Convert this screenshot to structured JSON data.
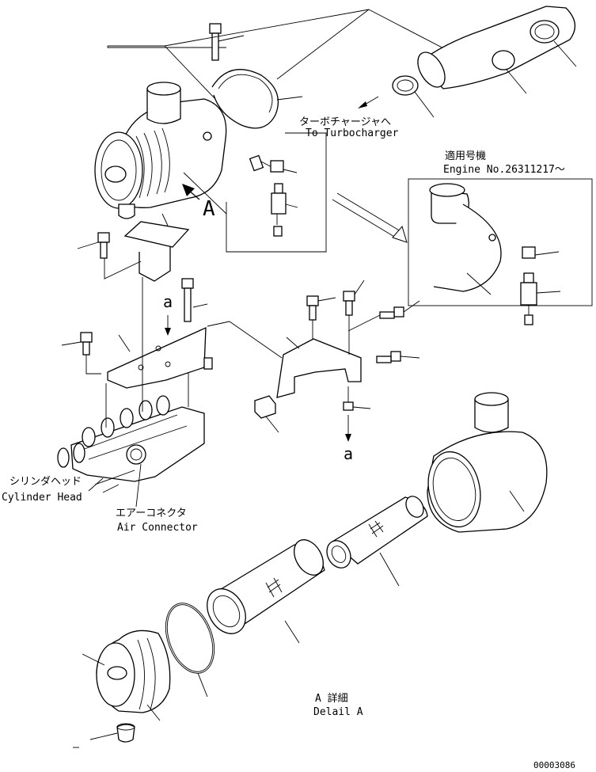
{
  "labels": {
    "turbo_jp": "ターボチャージャへ",
    "turbo_en": "To Turbocharger",
    "engine_jp": "適用号機",
    "engine_en": "Engine No.26311217～",
    "cylinder_jp": "シリンダヘッド",
    "cylinder_en": "Cylinder Head",
    "connector_jp": "エアーコネクタ",
    "connector_en": "Air Connector",
    "detail_jp": "A 詳細",
    "detail_en": "Delail A",
    "view_a": "A",
    "ref_a_top": "a",
    "ref_a_bottom": "a",
    "drawing_no": "00003086"
  }
}
